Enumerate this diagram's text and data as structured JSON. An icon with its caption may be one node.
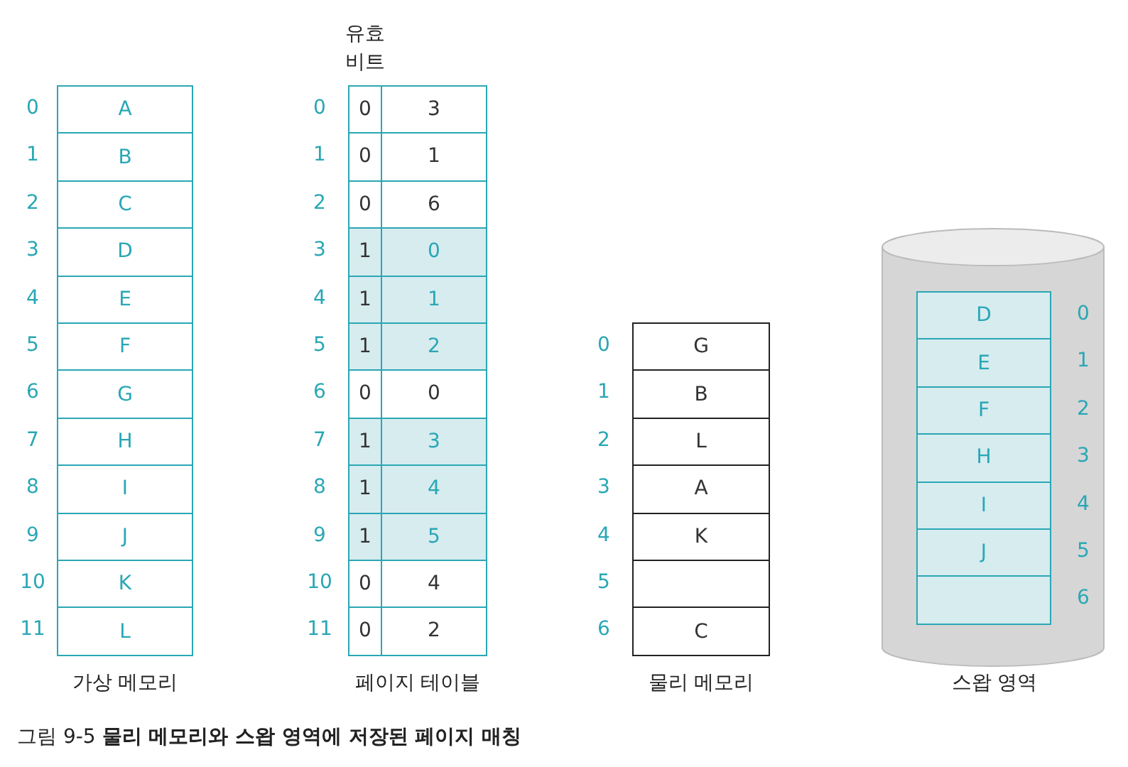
{
  "diagram": {
    "caption": "그림 9-5 **물리 메모리와 스왑 영역에 저장된 페이지 매칭**",
    "nodes": [
      {
        "text": [
          "가상 메모리"
        ]
      },
      {
        "text": [
          "A"
        ],
        "in": 0,
        "beside": [
          "0"
        ]
      },
      {
        "text": [
          "B"
        ],
        "in": 0,
        "beside": [
          "1"
        ]
      },
      {
        "text": [
          "C"
        ],
        "in": 0,
        "beside": [
          "2"
        ]
      },
      {
        "text": [
          "D"
        ],
        "in": 0,
        "beside": [
          "3"
        ]
      },
      {
        "text": [
          "E"
        ],
        "in": 0,
        "beside": [
          "4"
        ]
      },
      {
        "text": [
          "F"
        ],
        "in": 0,
        "beside": [
          "5"
        ]
      },
      {
        "text": [
          "G"
        ],
        "in": 0,
        "beside": [
          "6"
        ]
      },
      {
        "text": [
          "H"
        ],
        "in": 0,
        "beside": [
          "7"
        ]
      },
      {
        "text": [
          "I"
        ],
        "in": 0,
        "beside": [
          "8"
        ]
      },
      {
        "text": [
          "J"
        ],
        "in": 0,
        "beside": [
          "9"
        ]
      },
      {
        "text": [
          "K"
        ],
        "in": 0,
        "beside": [
          "10"
        ]
      },
      {
        "text": [
          "L"
        ],
        "in": 0,
        "beside": [
          "11"
        ]
      },
      {
        "text": [
          "페이지 테이블"
        ]
      },
      {
        "text": [
          "0",
          "3"
        ],
        "in": 13,
        "beside": [
          "0"
        ]
      },
      {
        "text": [
          "0",
          "1"
        ],
        "in": 13,
        "beside": [
          "1"
        ]
      },
      {
        "text": [
          "0",
          "6"
        ],
        "in": 13,
        "beside": [
          "2"
        ]
      },
      {
        "text": [
          "1",
          "0"
        ],
        "in": 13,
        "beside": [
          "3"
        ]
      },
      {
        "text": [
          "1",
          "1"
        ],
        "in": 13,
        "beside": [
          "4"
        ]
      },
      {
        "text": [
          "1",
          "2"
        ],
        "in": 13,
        "beside": [
          "5"
        ]
      },
      {
        "text": [
          "0",
          "0"
        ],
        "in": 13,
        "beside": [
          "6"
        ]
      },
      {
        "text": [
          "1",
          "3"
        ],
        "in": 13,
        "beside": [
          "7"
        ]
      },
      {
        "text": [
          "1",
          "4"
        ],
        "in": 13,
        "beside": [
          "8"
        ]
      },
      {
        "text": [
          "1",
          "5"
        ],
        "in": 13,
        "beside": [
          "9"
        ]
      },
      {
        "text": [
          "0",
          "4"
        ],
        "in": 13,
        "beside": [
          "10"
        ]
      },
      {
        "text": [
          "0",
          "2"
        ],
        "in": 13,
        "beside": [
          "11"
        ]
      },
      {
        "text": [
          "물리 메모리"
        ]
      },
      {
        "text": [
          "G"
        ],
        "in": 26,
        "beside": [
          "0"
        ]
      },
      {
        "text": [
          "B"
        ],
        "in": 26,
        "beside": [
          "1"
        ]
      },
      {
        "text": [
          "L"
        ],
        "in": 26,
        "beside": [
          "2"
        ]
      },
      {
        "text": [
          "A"
        ],
        "in": 26,
        "beside": [
          "3"
        ]
      },
      {
        "text": [
          "K"
        ],
        "in": 26,
        "beside": [
          "4"
        ]
      },
      {
        "text": [],
        "shape": "box",
        "in": 26,
        "beside": [
          "5"
        ]
      },
      {
        "text": [
          "C"
        ],
        "in": 26,
        "beside": [
          "6"
        ]
      },
      {
        "text": [
          "스왑 영역"
        ]
      },
      {
        "text": [
          "D"
        ],
        "in": 34,
        "beside": [
          "0"
        ]
      },
      {
        "text": [
          "E"
        ],
        "in": 34,
        "beside": [
          "1"
        ]
      },
      {
        "text": [
          "F"
        ],
        "in": 34,
        "beside": [
          "2"
        ]
      },
      {
        "text": [
          "H"
        ],
        "in": 34,
        "beside": [
          "3"
        ]
      },
      {
        "text": [
          "I"
        ],
        "in": 34,
        "beside": [
          "4"
        ]
      },
      {
        "text": [
          "J"
        ],
        "in": 34,
        "beside": [
          "5"
        ]
      },
      {
        "text": [],
        "shape": "box",
        "in": 34,
        "beside": [
          "6"
        ]
      }
    ],
    "edges": [],
    "labels": [
      "유효 비트"
    ]
  }
}
